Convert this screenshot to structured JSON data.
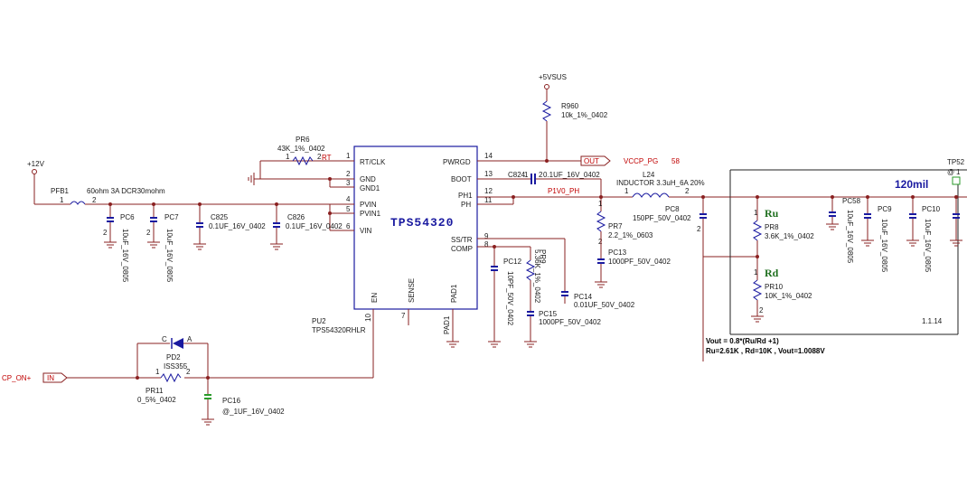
{
  "ic": {
    "title": "TPS54320",
    "ref": "PU2",
    "part": "TPS54320RHLR",
    "left_pins": [
      {
        "num": "1",
        "name": "RT/CLK"
      },
      {
        "num": "2",
        "name": "GND"
      },
      {
        "num": "3",
        "name": "GND1"
      },
      {
        "num": "4",
        "name": "PVIN"
      },
      {
        "num": "5",
        "name": "PVIN1"
      },
      {
        "num": "6",
        "name": "VIN"
      }
    ],
    "right_pins": [
      {
        "num": "14",
        "name": "PWRGD"
      },
      {
        "num": "13",
        "name": "BOOT"
      },
      {
        "num": "12",
        "name": "PH1"
      },
      {
        "num": "11",
        "name": "PH"
      },
      {
        "num": "9",
        "name": "SS/TR"
      },
      {
        "num": "8",
        "name": "COMP"
      }
    ],
    "bottom_pins": [
      {
        "num": "10",
        "name": "EN"
      },
      {
        "num": "7",
        "name": "SENSE"
      },
      {
        "num": "",
        "name": "PAD1"
      }
    ],
    "pad_label": "PAD1"
  },
  "nets": {
    "vin": "+12V",
    "vsus": "+5VSUS",
    "rt": "RT",
    "vccp_pg": "VCCP_PG",
    "vccp_pg_page": "58",
    "p1v0_ph": "P1V0_PH",
    "trace_width": "120mil",
    "tp_ref": "TP52",
    "tp_pin": "@",
    "tp_pin_num": "1",
    "out_port": "OUT",
    "in_port": "IN",
    "in_net": "CP_ON+",
    "page_ref": "1.1.14"
  },
  "parts": {
    "pfb1": {
      "ref": "PFB1",
      "value": "60ohm 3A DCR30mohm",
      "p1": "1",
      "p2": "2"
    },
    "pc6": {
      "ref": "PC6",
      "value": "10uF_16V_0805"
    },
    "pc7": {
      "ref": "PC7",
      "value": "10uF_16V_0805"
    },
    "c825": {
      "ref": "C825",
      "value": "0.1UF_16V_0402"
    },
    "c826": {
      "ref": "C826",
      "value": "0.1UF_16V_0402"
    },
    "pr6": {
      "ref": "PR6",
      "value": "43K_1%_0402",
      "p1": "1",
      "p2": "2"
    },
    "r960": {
      "ref": "R960",
      "value": "10k_1%_0402"
    },
    "c824": {
      "ref": "C824",
      "value": "0.1UF_16V_0402",
      "p1": "1",
      "p2": "2"
    },
    "l24": {
      "ref": "L24",
      "value": "INDUCTOR 3.3uH_6A 20%",
      "p1": "1",
      "p2": "2"
    },
    "pr7": {
      "ref": "PR7",
      "value": "2.2_1%_0603"
    },
    "pc13": {
      "ref": "PC13",
      "value": "1000PF_50V_0402"
    },
    "pc8": {
      "ref": "PC8",
      "value": "150PF_50V_0402"
    },
    "pc12": {
      "ref": "PC12",
      "value": "10PF_50V_0402"
    },
    "pr9": {
      "ref": "PR9",
      "value": "5.36K_1%_0402"
    },
    "pc14": {
      "ref": "PC14",
      "value": "0.01UF_50V_0402"
    },
    "pc15": {
      "ref": "PC15",
      "value": "1000PF_50V_0402"
    },
    "pr8": {
      "ref": "PR8",
      "value": "3.6K_1%_0402"
    },
    "pr10": {
      "ref": "PR10",
      "value": "10K_1%_0402"
    },
    "pc58": {
      "ref": "PC58",
      "value": "10uF_16V_0805"
    },
    "pc9": {
      "ref": "PC9",
      "value": "10uF_16V_0805"
    },
    "pc10": {
      "ref": "PC10",
      "value": "10uF_16V_0805"
    },
    "pd2": {
      "ref": "PD2",
      "value": "ISS355",
      "cathode": "C",
      "anode": "A"
    },
    "pr11": {
      "ref": "PR11",
      "value": "0_5%_0402",
      "p1": "1",
      "p2": "2"
    },
    "pc16": {
      "ref": "PC16",
      "value": "@_1UF_16V_0402"
    }
  },
  "labels": {
    "ru": "Ru",
    "rd": "Rd",
    "formula": "Vout = 0.8*(Ru/Rd +1)",
    "calc": "Ru=2.61K , Rd=10K  , Vout=1.0088V"
  },
  "pin_nums": {
    "one": "1",
    "two": "2"
  },
  "colors": {
    "wire": "#8a2020",
    "ic_outline": "#1a1aa0",
    "net_label": "#c00000",
    "annotation": "#207020"
  }
}
